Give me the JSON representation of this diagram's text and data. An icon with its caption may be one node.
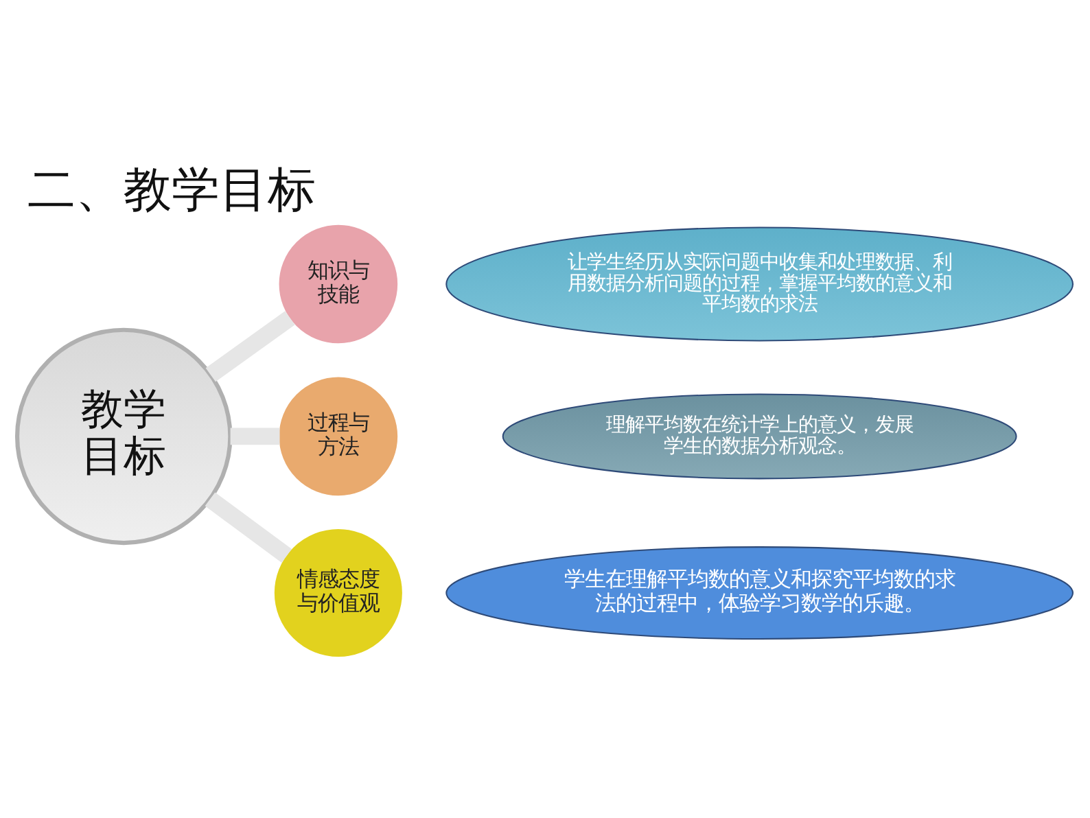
{
  "diagram": {
    "title": "二、教学目标",
    "nodes": [
      {
        "text": [
          "教学目标"
        ]
      },
      {
        "text": [
          "知识与技能"
        ]
      },
      {
        "text": [
          "让学生经历从实际问题中收集和处理数据、利用数据分析问题的过程，掌握平均数的意义和平均数的求法"
        ]
      },
      {
        "text": [
          "过程与方法"
        ]
      },
      {
        "text": [
          "理解平均数在统计学上的意义，发展学生的数据分析观念。"
        ]
      },
      {
        "text": [
          "情感态度与价值观"
        ]
      },
      {
        "text": [
          "学生在理解平均数的意义和探究平均数的求法的过程中，体验学习数学的乐趣。"
        ]
      }
    ],
    "edges": [
      {
        "from": 0,
        "to": 1,
        "arrow": "none"
      },
      {
        "from": 0,
        "to": 3,
        "arrow": "none"
      },
      {
        "from": 0,
        "to": 5,
        "arrow": "none"
      }
    ]
  }
}
